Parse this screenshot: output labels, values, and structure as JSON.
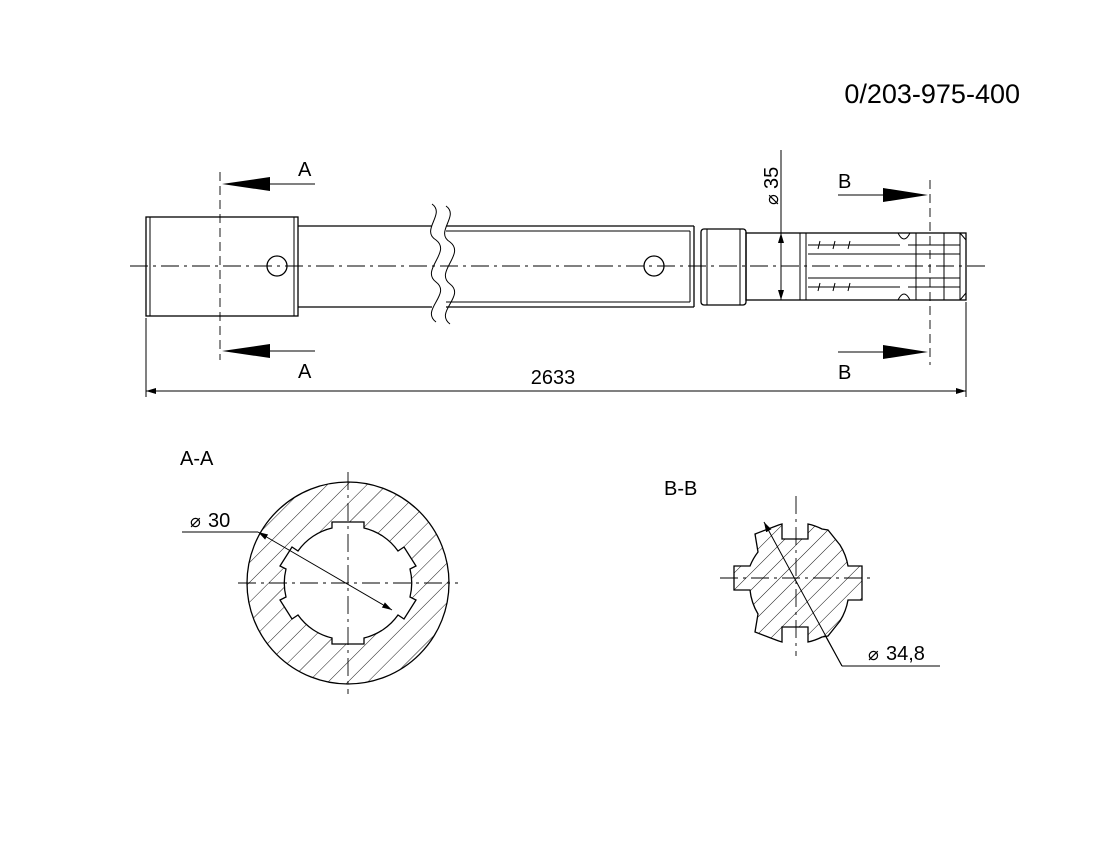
{
  "part_number": "0/203-975-400",
  "dimensions": {
    "overall_length": "2633",
    "diameter_end": "35",
    "diameter_section_a": "30",
    "diameter_section_b": "34,8"
  },
  "section_markers": {
    "a": "A",
    "b": "B"
  },
  "section_titles": {
    "a": "A-A",
    "b": "B-B"
  },
  "symbols": {
    "diameter": "diameter-symbol"
  },
  "colors": {
    "line": "#000000",
    "background": "#ffffff"
  }
}
